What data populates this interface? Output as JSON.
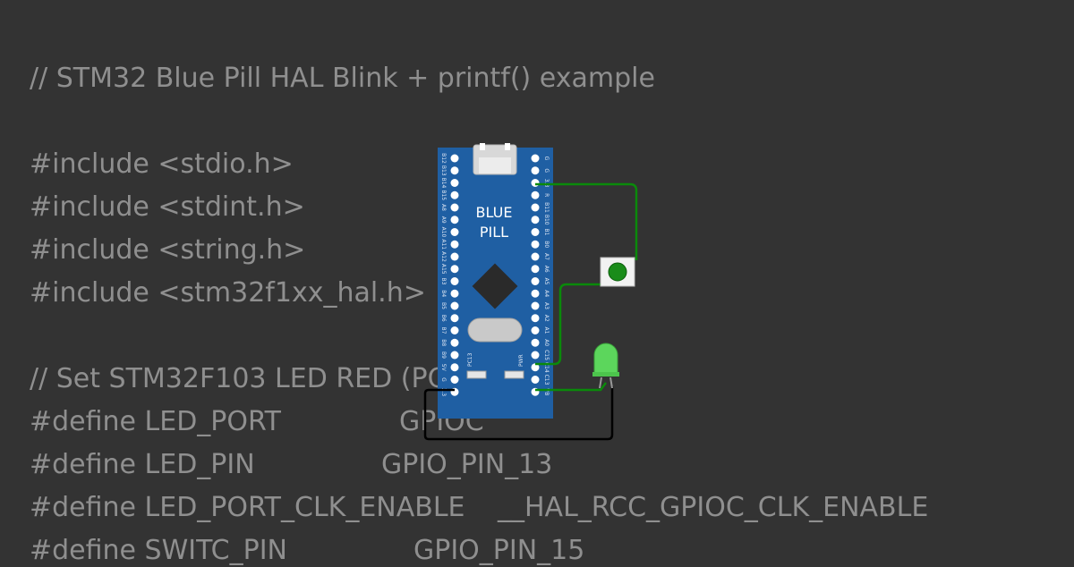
{
  "code": {
    "comment_title": "// STM32 Blue Pill HAL Blink + printf() example",
    "includes": [
      "#include <stdio.h>",
      "#include <stdint.h>",
      "#include <string.h>",
      "#include <stm32f1xx_hal.h>"
    ],
    "comment_led": "// Set STM32F103 LED RED (PC",
    "defines": [
      {
        "name": "#define LED_PORT",
        "value": "GPIOC"
      },
      {
        "name": "#define LED_PIN",
        "value": "GPIO_PIN_13"
      },
      {
        "name": "#define LED_PORT_CLK_ENABLE",
        "value": "__HAL_RCC_GPIOC_CLK_ENABLE"
      },
      {
        "name": "#define SWITC_PIN",
        "value": "GPIO_PIN_15"
      }
    ]
  },
  "board": {
    "title_line1": "BLUE",
    "title_line2": "PILL",
    "left_pins": [
      "B12",
      "B13",
      "B14",
      "B15",
      "A8",
      "A9",
      "A10",
      "A11",
      "A12",
      "A15",
      "B3",
      "B4",
      "B5",
      "B6",
      "B7",
      "B8",
      "B9",
      "5V",
      "G",
      "3.3"
    ],
    "right_pins": [
      "G",
      "G",
      "3.3",
      "R",
      "B11",
      "B10",
      "B1",
      "B0",
      "A7",
      "A6",
      "A5",
      "A4",
      "A3",
      "A2",
      "A1",
      "A0",
      "C15",
      "C14",
      "C13",
      "VB"
    ],
    "led_label_pc13": "PC13",
    "led_label_pwr": "PWR"
  },
  "colors": {
    "background": "#333333",
    "code_text": "#8f8f8f",
    "board": "#1f5fa3",
    "wire_green": "#0a8a0a",
    "wire_black": "#000000",
    "led_green": "#5cd65c",
    "button_cap": "#1a8c1a"
  }
}
